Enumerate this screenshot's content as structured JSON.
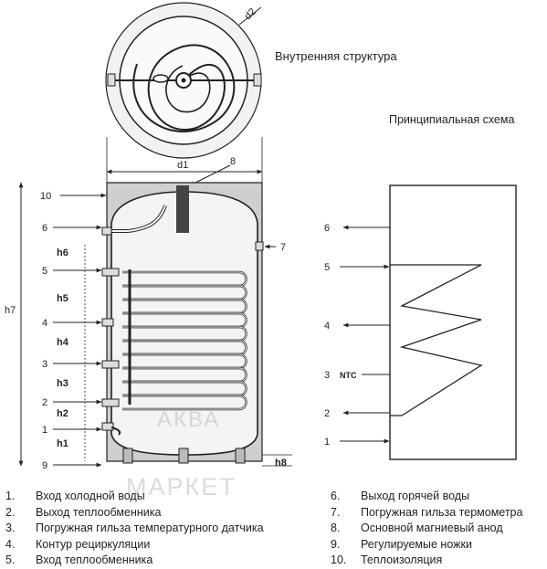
{
  "colors": {
    "line": "#222222",
    "wall": "#cfcfcf",
    "tank": "#f4f4f4",
    "anode": "#444444",
    "watermark": "#c8c8c8"
  },
  "top_view": {
    "title": "Внутренняя структура",
    "d2_label": "d2"
  },
  "schema": {
    "title": "Принципиальная схема",
    "ports": [
      {
        "label": "6",
        "direction": "out"
      },
      {
        "label": "5",
        "direction": "in"
      },
      {
        "label": "4",
        "direction": "out"
      },
      {
        "label": "3",
        "direction": "sensor",
        "extra": "NTC"
      },
      {
        "label": "2",
        "direction": "out"
      },
      {
        "label": "1",
        "direction": "in"
      }
    ]
  },
  "section": {
    "d1_label": "d1",
    "top_label": "8",
    "right_label": "7",
    "left_labels": [
      "10",
      "6",
      "5",
      "4",
      "3",
      "2",
      "1",
      "9"
    ],
    "height_labels": [
      "h6",
      "h5",
      "h4",
      "h3",
      "h2",
      "h1"
    ],
    "h7_label": "h7",
    "h8_label": "h8"
  },
  "legend": {
    "left": [
      {
        "num": "1.",
        "text": "Вход холодной воды"
      },
      {
        "num": "2.",
        "text": "Выход теплообменника"
      },
      {
        "num": "3.",
        "text": "Погружная гильза температурного датчика"
      },
      {
        "num": "4.",
        "text": "Контур рециркуляции"
      },
      {
        "num": "5.",
        "text": "Вход теплообменника"
      }
    ],
    "right": [
      {
        "num": "6.",
        "text": "Выход горячей воды"
      },
      {
        "num": "7.",
        "text": "Погружная гильза термометра"
      },
      {
        "num": "8.",
        "text": "Основной магниевый анод"
      },
      {
        "num": "9.",
        "text": "Регулируемые ножки"
      },
      {
        "num": "10.",
        "text": "Теплоизоляция"
      }
    ]
  },
  "watermark": {
    "top": "АКВА",
    "bottom": "МАРКЕТ"
  }
}
